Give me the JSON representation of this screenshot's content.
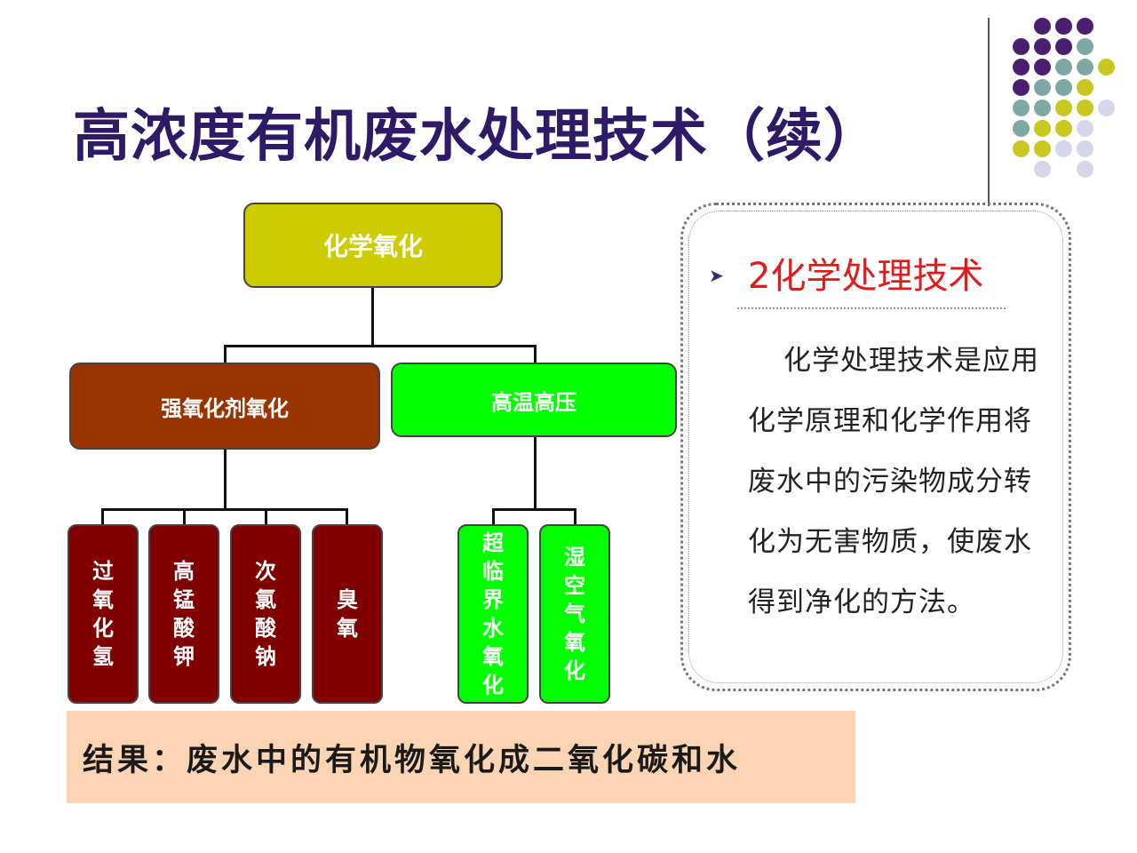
{
  "title": "高浓度有机废水处理技术（续）",
  "tree": {
    "root": "化学氧化",
    "branch_left": "强氧化剂氧化",
    "branch_right": "高温高压",
    "leaves_left": [
      "过氧化氢",
      "高锰酸钾",
      "次氯酸钠",
      "臭氧"
    ],
    "leaves_right": [
      "超临界水氧化",
      "湿空气氧化"
    ]
  },
  "panel": {
    "heading": "2化学处理技术",
    "text": "化学处理技术是应用化学原理和化学作用将废水中的污染物成分转化为无害物质，使废水得到净化的方法。"
  },
  "result": "结果：废水中的有机物氧化成二氧化碳和水",
  "colors": {
    "title": "#2e1a66",
    "root": "#cccc00",
    "branch_left": "#993300",
    "branch_right": "#00ff00",
    "leaf_left": "#800000",
    "leaf_right": "#00ff00",
    "heading": "#e01b1b",
    "result_bg": "#fbd4b4",
    "dot_purple": "#4b1f6f",
    "dot_teal": "#7fa8a4",
    "dot_yellow": "#c8c81e",
    "dot_lavender": "#d6d6ea"
  }
}
